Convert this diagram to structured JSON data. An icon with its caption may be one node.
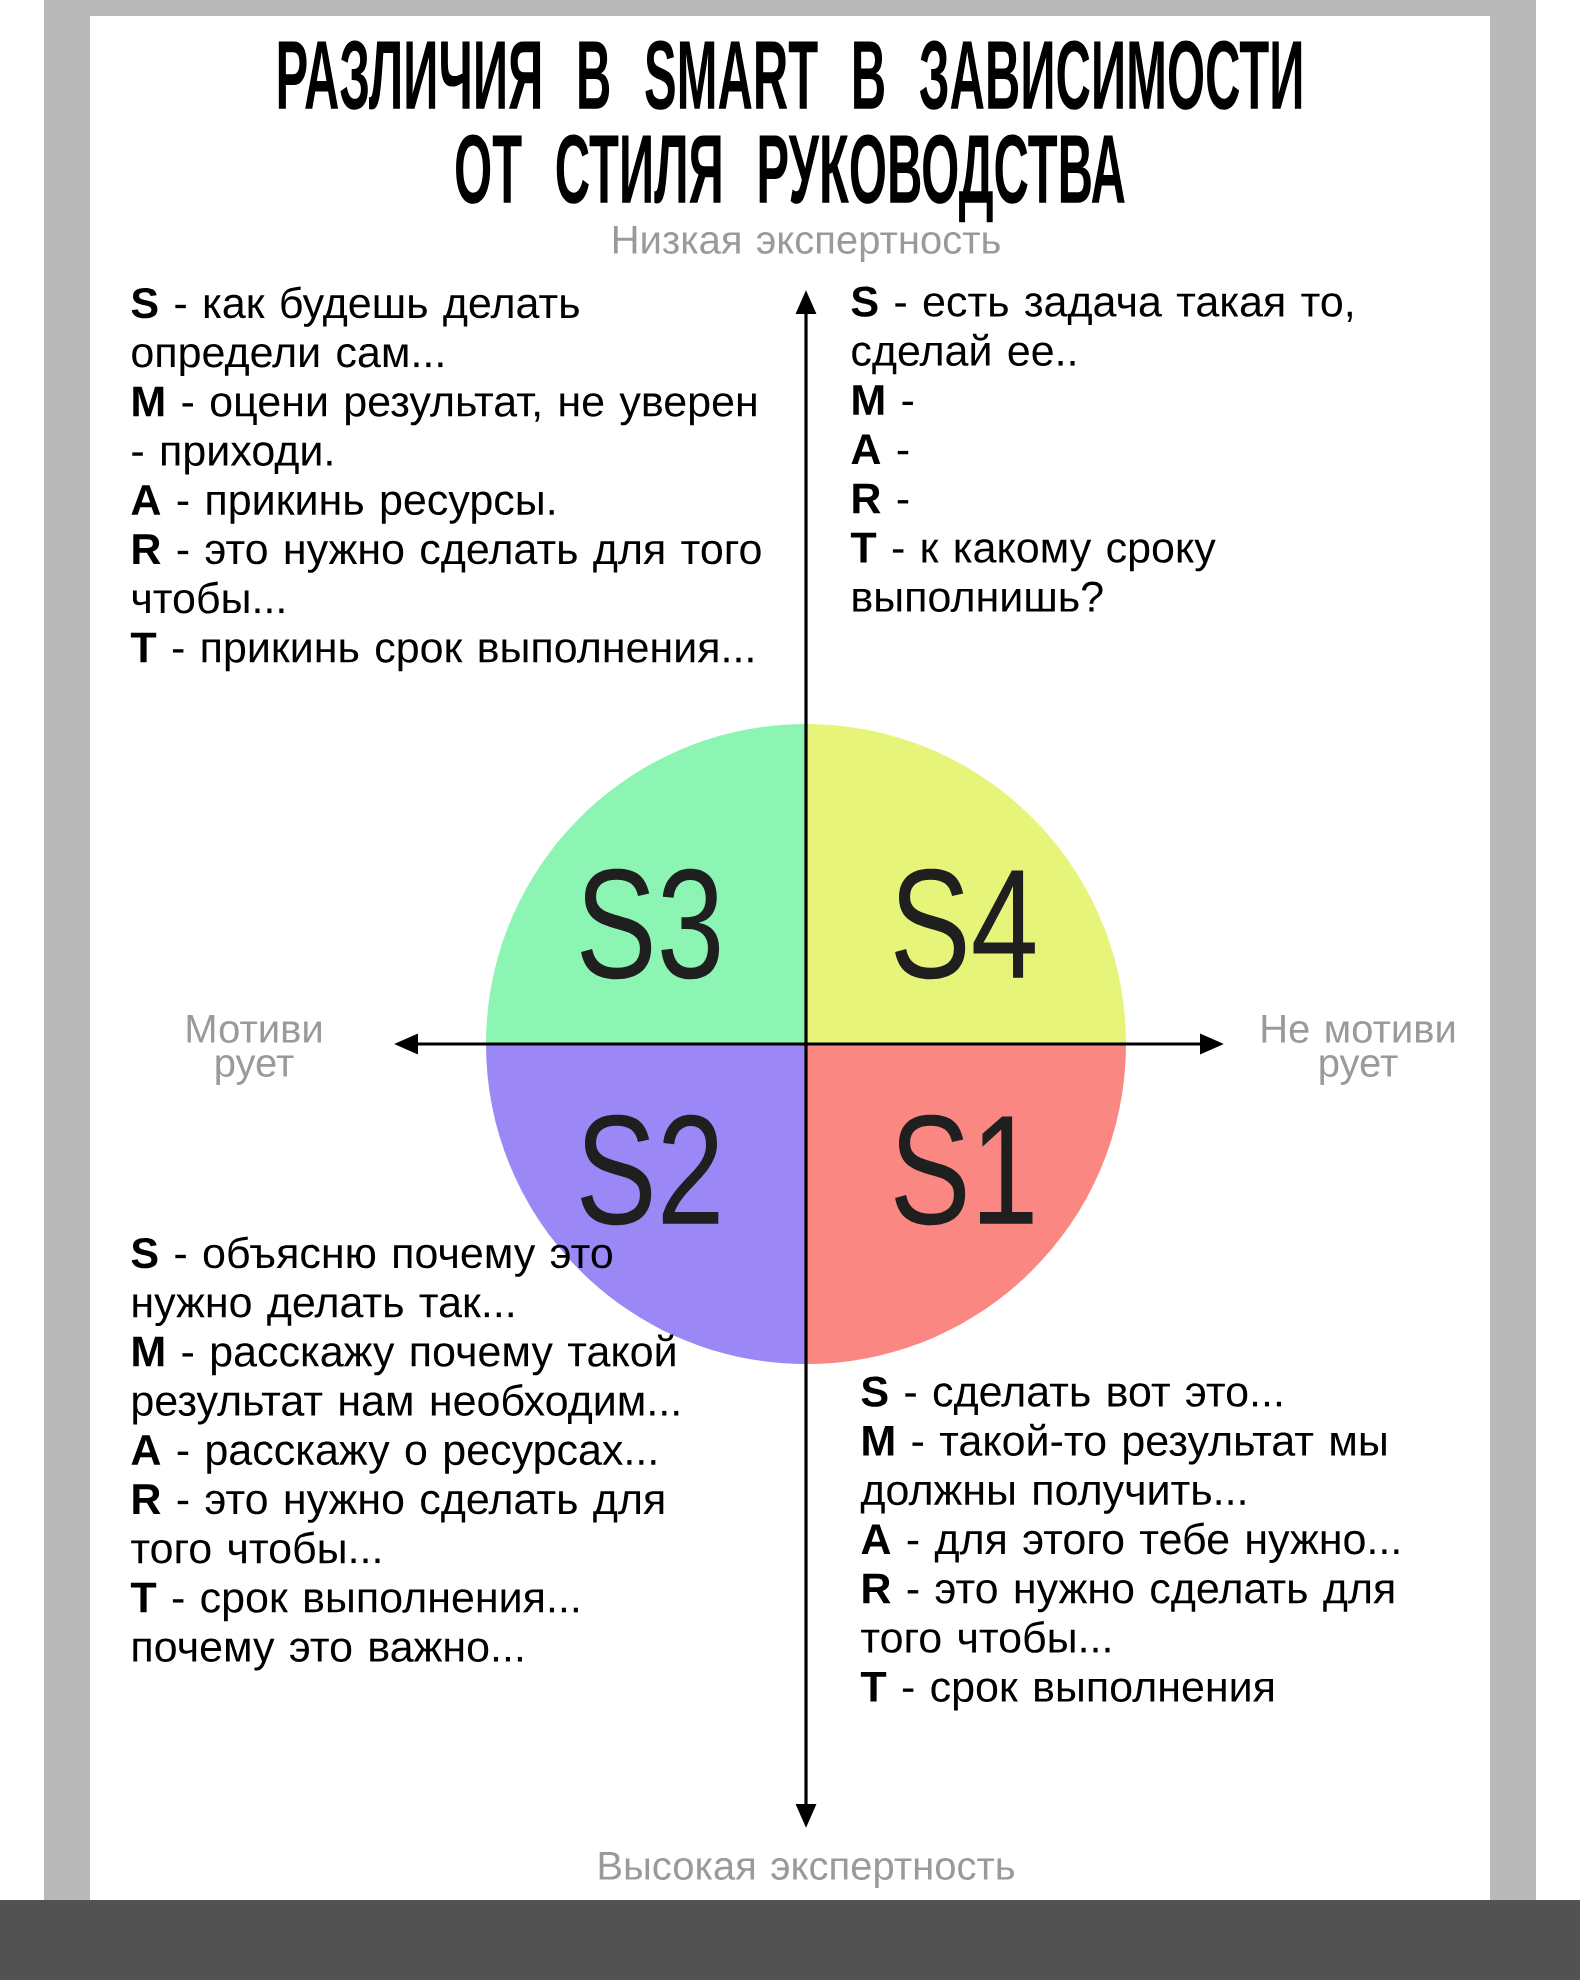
{
  "diagram": {
    "title": "РАЗЛИЧИЯ В SMART В ЗАВИСИМОСТИ ОТ СТИЛЯ РУКОВОДСТВА",
    "nodes": [
      {
        "text": [
          "S3"
        ],
        "beside": [
          "**S** - как будешь делать определи сам...",
          "**M** - оцени результат, не уверен - приходи.",
          "**A** - прикинь ресурсы.",
          "**R** - это нужно сделать для того чтобы...",
          "**T** - прикинь срок выполнения..."
        ]
      },
      {
        "text": [
          "S4"
        ],
        "beside": [
          "**S** - есть задача такая то, сделай ее..",
          "**M** -",
          "**A** -",
          "**R** -",
          "**T** - к какому сроку выполнишь?"
        ]
      },
      {
        "text": [
          "S2"
        ],
        "beside": [
          "**S** - объясню почему это нужно делать так...",
          "**M** - расскажу почему такой результат нам необходим...",
          "**A** - расскажу о ресурсах...",
          "**R** - это нужно сделать для того чтобы...",
          "**T** - срок выполнения... почему это важно..."
        ]
      },
      {
        "text": [
          "S1"
        ],
        "beside": [
          "**S** - сделать вот это...",
          "**M** - такой-то результат мы должны получить...",
          "**A** - для этого тебе нужно...",
          "**R** - это нужно сделать для того чтобы...",
          "**T** - срок выполнения"
        ]
      }
    ],
    "labels": [
      "Низкая экспертность",
      "Мотиви рует",
      "Не мотиви рует",
      "Высокая экспертность"
    ]
  }
}
